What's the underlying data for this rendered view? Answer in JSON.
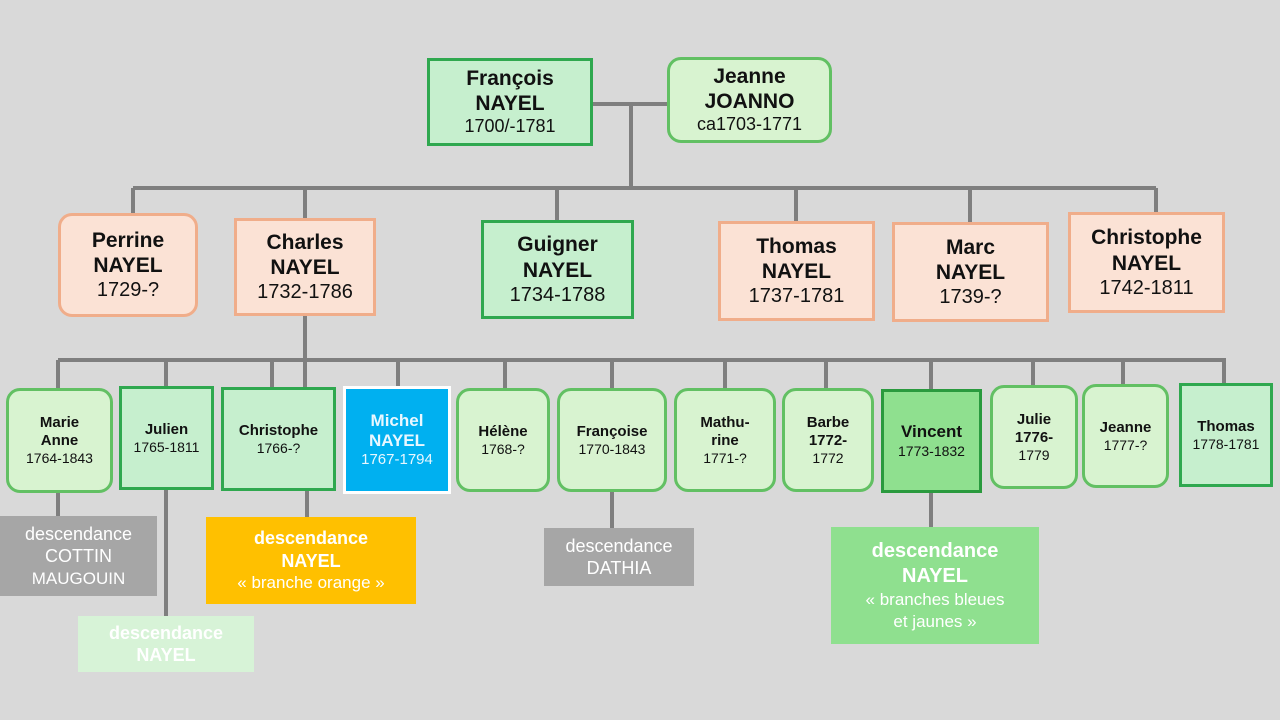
{
  "parents": {
    "father": {
      "first": "François",
      "last": "NAYEL",
      "dates": "1700/-1781"
    },
    "mother": {
      "first": "Jeanne",
      "last": "JOANNO",
      "dates": "ca1703-1771"
    }
  },
  "children": [
    {
      "first": "Perrine",
      "last": "NAYEL",
      "dates": "1729-?"
    },
    {
      "first": "Charles",
      "last": "NAYEL",
      "dates": "1732-1786"
    },
    {
      "first": "Guigner",
      "last": "NAYEL",
      "dates": "1734-1788"
    },
    {
      "first": "Thomas",
      "last": "NAYEL",
      "dates": "1737-1781"
    },
    {
      "first": "Marc",
      "last": "NAYEL",
      "dates": "1739-?"
    },
    {
      "first": "Christophe",
      "last": "NAYEL",
      "dates": "1742-1811"
    }
  ],
  "grandchildren": [
    {
      "first": "Marie",
      "last": "Anne",
      "dates": "1764-1843"
    },
    {
      "first": "Julien",
      "last": "",
      "dates": "1765-1811"
    },
    {
      "first": "Christophe",
      "last": "",
      "dates": "1766-?"
    },
    {
      "first": "Michel",
      "last": "NAYEL",
      "dates": "1767-1794"
    },
    {
      "first": "Hélène",
      "last": "",
      "dates": "1768-?"
    },
    {
      "first": "Françoise",
      "last": "",
      "dates": "1770-1843"
    },
    {
      "first": "Mathu-",
      "last": "rine",
      "dates": "1771-?"
    },
    {
      "first": "Barbe",
      "last": "1772-",
      "dates": "1772"
    },
    {
      "first": "Vincent",
      "last": "",
      "dates": "1773-1832"
    },
    {
      "first": "Julie",
      "last": "1776-",
      "dates": "1779"
    },
    {
      "first": "Jeanne",
      "last": "",
      "dates": "1777-?"
    },
    {
      "first": "Thomas",
      "last": "",
      "dates": "1778-1781"
    }
  ],
  "descendants": [
    {
      "l1": "descendance",
      "l2": "COTTIN",
      "l3": "MAUGOUIN"
    },
    {
      "l1": "descendance",
      "l2": "NAYEL",
      "l3": ""
    },
    {
      "l1": "descendance",
      "l2": "NAYEL",
      "l3": "« branche orange »"
    },
    {
      "l1": "descendance",
      "l2": "DATHIA",
      "l3": ""
    },
    {
      "l1": "descendance",
      "l2": "NAYEL",
      "l3": "« branches bleues"
    },
    {
      "l1": "",
      "l2": "",
      "l3": "et jaunes »"
    }
  ],
  "colors": {
    "background": "#d9d9d9",
    "connector": "#7f7f7f",
    "female_fill": "#fbe2d5",
    "female_border": "#f0ad8a",
    "male_fill": "#c6efce",
    "male_border": "#2fa84f",
    "highlight_blue": "#00b0f0",
    "branch_orange": "#ffc000",
    "branch_grey": "#a6a6a6",
    "branch_green": "#8fe08f"
  }
}
